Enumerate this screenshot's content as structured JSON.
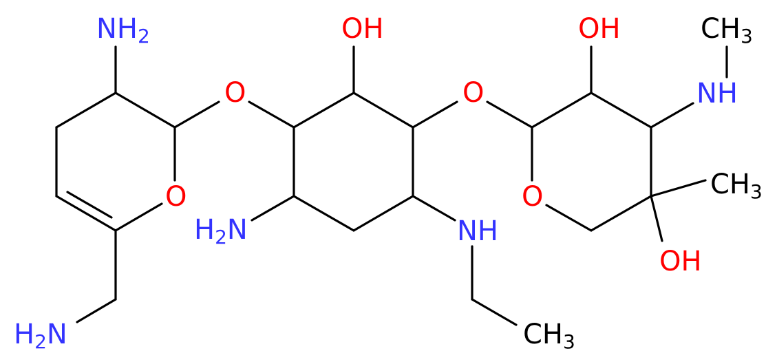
{
  "colors": {
    "bond": "#000000",
    "nitrogen": "#3333ff",
    "oxygen": "#ff0000",
    "carbon": "#000000"
  },
  "labels": {
    "nh2_top": {
      "main": "NH",
      "sub": "2"
    },
    "nh2_left": {
      "main": "H",
      "sub": "2",
      "tail": "N"
    },
    "nh2_bottom": {
      "main": "H",
      "sub": "2",
      "tail": "N"
    },
    "o_link_left": "O",
    "o_ring_left": "O",
    "oh_top_center": "OH",
    "o_link_right": "O",
    "nh_center": "NH",
    "ch3_ethyl": {
      "main": "CH",
      "sub": "3"
    },
    "oh_top_right": "OH",
    "ch3_top": {
      "main": "CH",
      "sub": "3"
    },
    "nh_methyl": "NH",
    "o_ring_right": "O",
    "ch3_right": {
      "main": "CH",
      "sub": "3"
    },
    "oh_bottom_right": "OH"
  }
}
